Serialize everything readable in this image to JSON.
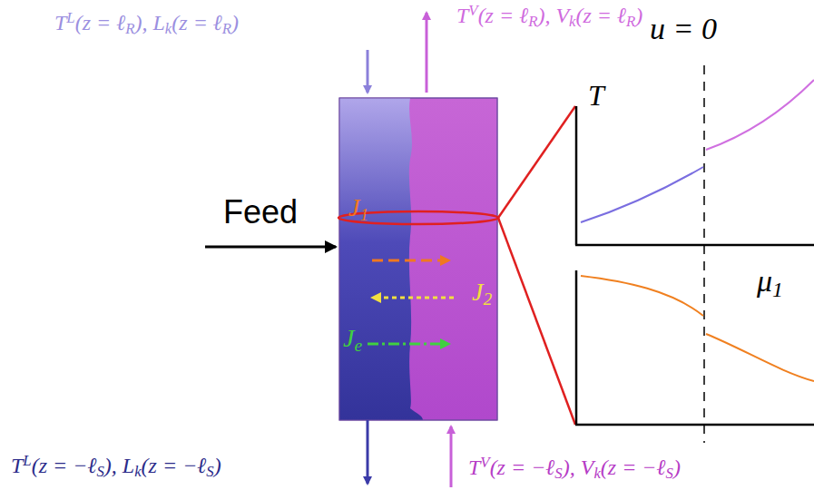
{
  "diagram": {
    "labels": [
      "T",
      "L",
      "(z = ℓ",
      "R",
      "), L",
      "k",
      "(z = ℓ",
      "R",
      ")",
      "T",
      "V",
      "(z = ℓ",
      "R",
      "), V",
      "k",
      "(z = ℓ",
      "R",
      ")",
      "T",
      "L",
      "(z = −ℓ",
      "S",
      "), L",
      "k",
      "(z = −ℓ",
      "S",
      ")",
      "T",
      "V",
      "(z = −ℓ",
      "S",
      "), V",
      "k",
      "(z = −ℓ",
      "S",
      ")",
      "Feed",
      "J",
      "1",
      "J",
      "2",
      "J",
      "e",
      "u = 0",
      "T",
      "μ",
      "1"
    ]
  }
}
